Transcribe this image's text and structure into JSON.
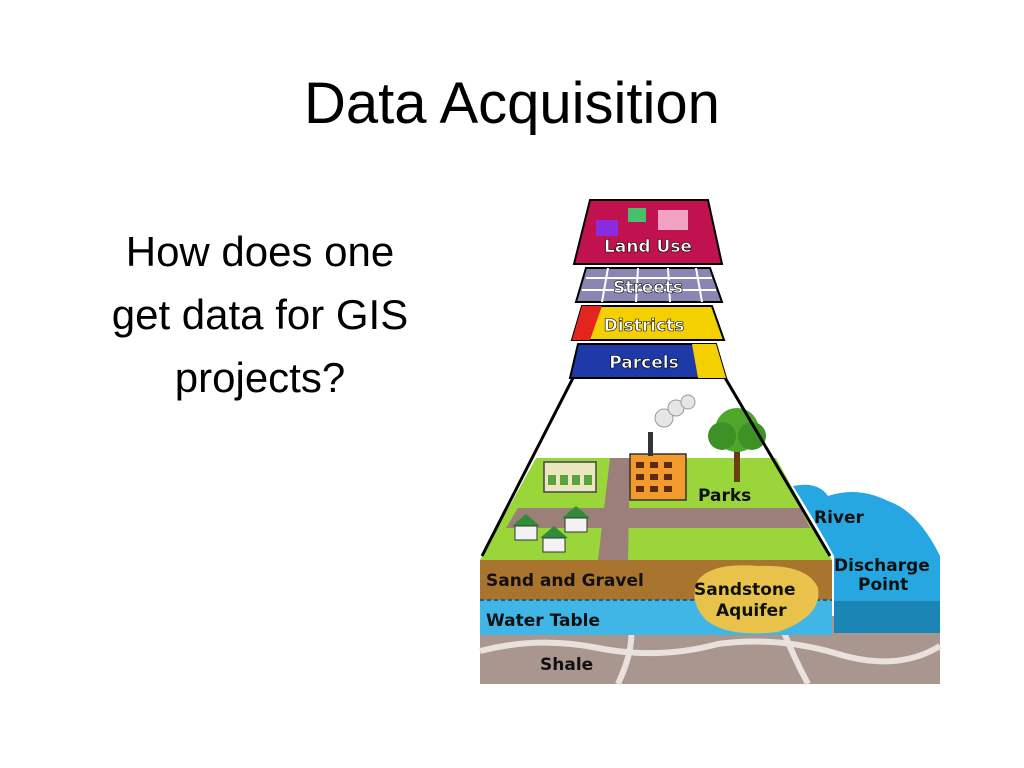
{
  "slide": {
    "title": "Data Acquisition",
    "question_lines": [
      "How does one",
      "get data for GIS",
      "projects?"
    ]
  },
  "diagram": {
    "layers": [
      "Land Use",
      "Streets",
      "Districts",
      "Parcels"
    ],
    "surface_labels": {
      "parks": "Parks",
      "river": "River",
      "discharge_line1": "Discharge",
      "discharge_line2": "Point"
    },
    "subsurface_labels": {
      "sand_gravel": "Sand and Gravel",
      "sandstone_line1": "Sandstone",
      "sandstone_line2": "Aquifer",
      "water_table": "Water Table",
      "shale": "Shale"
    },
    "colors": {
      "land_use": "#c0124e",
      "streets": "#8a86b4",
      "districts": "#f4d000",
      "parcels": "#1e3aa8",
      "grass": "#9ad63a",
      "road": "#9c7f78",
      "sand_gravel": "#a8742e",
      "aquifer": "#e8c24a",
      "water_table": "#3fb6e6",
      "shale": "#a9968e",
      "river": "#27a7e2"
    }
  }
}
